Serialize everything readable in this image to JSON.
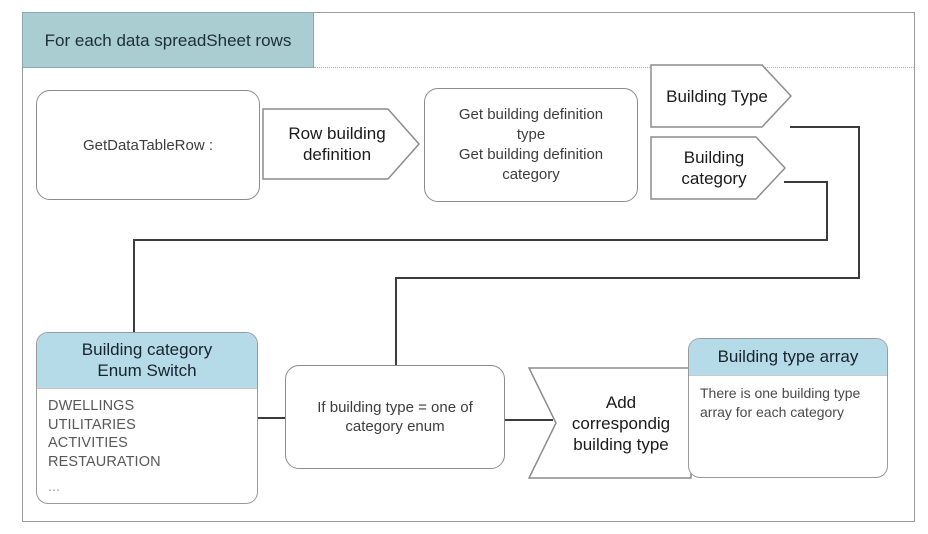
{
  "pool": {
    "title": "For each data spreadSheet rows"
  },
  "nodes": {
    "get_row": "GetDataTableRow :",
    "row_building_definition": "Row building definition",
    "get_definition": "Get building definition type\nGet building definition category",
    "get_definition_lines": [
      "Get building definition",
      "type",
      "Get building definition",
      "category"
    ],
    "building_type": "Building Type",
    "building_category": "Building category",
    "if_condition": "If building type = one of category enum",
    "add_type": "Add correspondig building type"
  },
  "enum_switch": {
    "header": "Building category Enum Switch",
    "items": [
      "DWELLINGS",
      "UTILITARIES",
      "ACTIVITIES",
      "RESTAURATION"
    ],
    "ellipsis": "..."
  },
  "type_array": {
    "header": "Building type array",
    "body": "There is one building type array for each category"
  },
  "colors": {
    "pool_header": "#aacdd2",
    "note_header": "#b6dbe8",
    "shape_border": "#8c8c8c",
    "connector": "#3c3c3c",
    "frame_border": "#9a9a9a",
    "text": "#3d3d3d"
  }
}
